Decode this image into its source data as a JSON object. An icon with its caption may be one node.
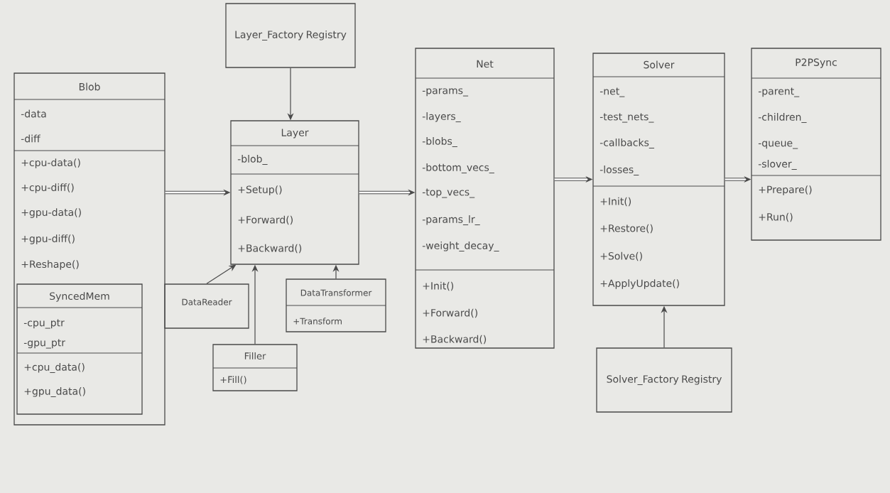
{
  "diagram": {
    "nodes": [
      {
        "text": [
          "Blob",
          "-data",
          "-diff",
          "+cpu-data()",
          "+cpu-diff()",
          "+gpu-data()",
          "+gpu-diff()",
          "+Reshape()"
        ]
      },
      {
        "text": [
          "SyncedMem",
          "-cpu_ptr",
          "-gpu_ptr",
          "+cpu_data()",
          "+gpu_data()"
        ],
        "in": 0
      },
      {
        "text": [
          "Layer_Factory Registry"
        ]
      },
      {
        "text": [
          "Layer",
          "-blob_",
          "+Setup()",
          "+Forward()",
          "+Backward()"
        ]
      },
      {
        "text": [
          "DataReader"
        ]
      },
      {
        "text": [
          "DataTransformer",
          "+Transform"
        ]
      },
      {
        "text": [
          "Filler",
          "+Fill()"
        ]
      },
      {
        "text": [
          "Net",
          "-params_",
          "-layers_",
          "-blobs_",
          "-bottom_vecs_",
          "-top_vecs_",
          "-params_lr_",
          "-weight_decay_",
          "+Init()",
          "+Forward()",
          "+Backward()"
        ]
      },
      {
        "text": [
          "Solver",
          "-net_",
          "-test_nets_",
          "-callbacks_",
          "-losses_",
          "+Init()",
          "+Restore()",
          "+Solve()",
          "+ApplyUpdate()"
        ]
      },
      {
        "text": [
          "Solver_Factory Registry"
        ]
      },
      {
        "text": [
          "P2PSync",
          "-parent_",
          "-children_",
          "-queue_",
          "-slover_",
          "+Prepare()",
          "+Run()"
        ]
      }
    ],
    "edges": [
      {
        "from": 0,
        "to": 3,
        "arrow": "to",
        "style": "thick"
      },
      {
        "from": 2,
        "to": 3,
        "arrow": "to"
      },
      {
        "from": 4,
        "to": 3,
        "arrow": "to"
      },
      {
        "from": 6,
        "to": 3,
        "arrow": "to"
      },
      {
        "from": 5,
        "to": 3,
        "arrow": "to"
      },
      {
        "from": 3,
        "to": 7,
        "arrow": "to",
        "style": "thick"
      },
      {
        "from": 7,
        "to": 8,
        "arrow": "to",
        "style": "thick"
      },
      {
        "from": 9,
        "to": 8,
        "arrow": "to"
      },
      {
        "from": 8,
        "to": 10,
        "arrow": "to",
        "style": "thick"
      }
    ]
  }
}
